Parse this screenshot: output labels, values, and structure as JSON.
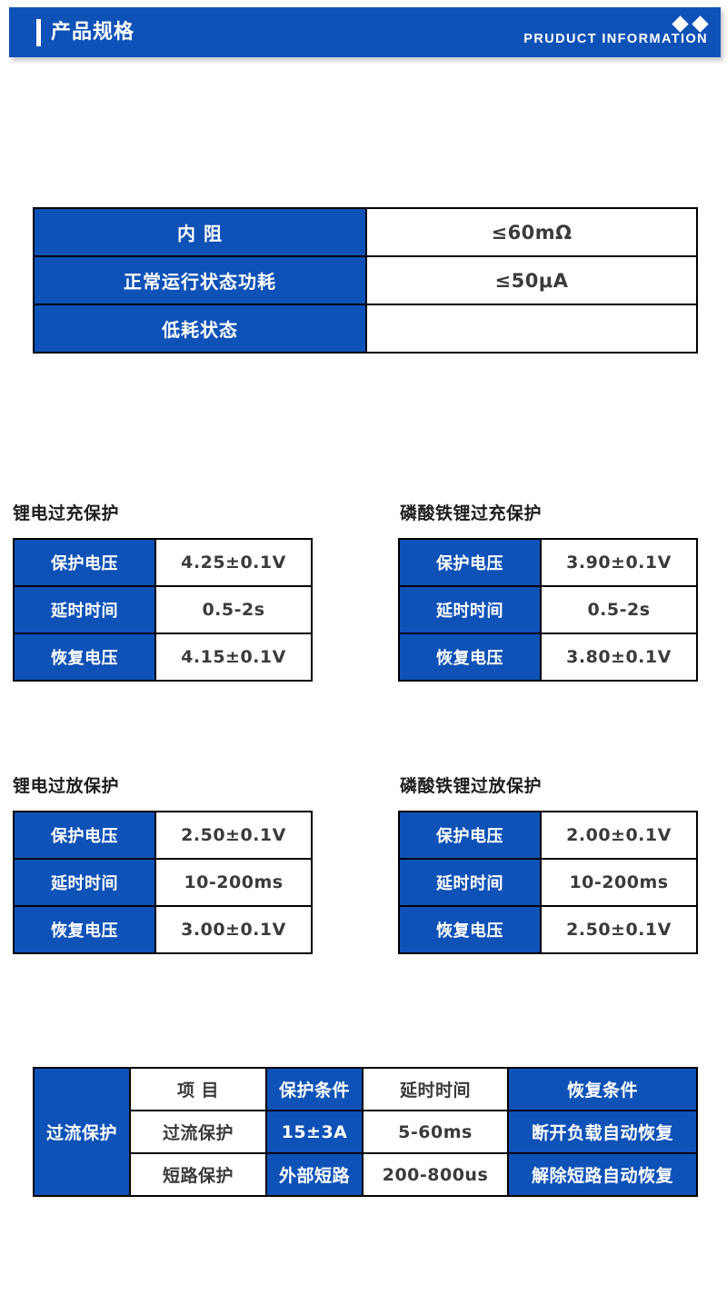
{
  "header": {
    "title": "产品规格",
    "subtitle": "PRUDUCT INFORMATION",
    "accent_color": "#0e52b7",
    "diamond_count": 2
  },
  "spec_table": {
    "rows": [
      {
        "label": "内  阻",
        "value": "≤60mΩ"
      },
      {
        "label": "正常运行状态功耗",
        "value": "≤50μA"
      },
      {
        "label": "低耗状态",
        "value": ""
      }
    ]
  },
  "protection_groups": [
    {
      "title": "锂电过充保护",
      "rows": [
        {
          "label": "保护电压",
          "value": "4.25±0.1V"
        },
        {
          "label": "延时时间",
          "value": "0.5-2s"
        },
        {
          "label": "恢复电压",
          "value": "4.15±0.1V"
        }
      ]
    },
    {
      "title": "磷酸铁锂过充保护",
      "rows": [
        {
          "label": "保护电压",
          "value": "3.90±0.1V"
        },
        {
          "label": "延时时间",
          "value": "0.5-2s"
        },
        {
          "label": "恢复电压",
          "value": "3.80±0.1V"
        }
      ]
    },
    {
      "title": "锂电过放保护",
      "rows": [
        {
          "label": "保护电压",
          "value": "2.50±0.1V"
        },
        {
          "label": "延时时间",
          "value": "10-200ms"
        },
        {
          "label": "恢复电压",
          "value": "3.00±0.1V"
        }
      ]
    },
    {
      "title": "磷酸铁锂过放保护",
      "rows": [
        {
          "label": "保护电压",
          "value": "2.00±0.1V"
        },
        {
          "label": "延时时间",
          "value": "10-200ms"
        },
        {
          "label": "恢复电压",
          "value": "2.50±0.1V"
        }
      ]
    }
  ],
  "overcurrent_table": {
    "row_header": "过流保护",
    "headers": {
      "item": "项  目",
      "condition": "保护条件",
      "delay": "延时时间",
      "recovery": "恢复条件"
    },
    "rows": [
      {
        "item": "过流保护",
        "condition": "15±3A",
        "delay": "5-60ms",
        "recovery": "断开负载自动恢复"
      },
      {
        "item": "短路保护",
        "condition": "外部短路",
        "delay": "200-800us",
        "recovery": "解除短路自动恢复"
      }
    ]
  }
}
